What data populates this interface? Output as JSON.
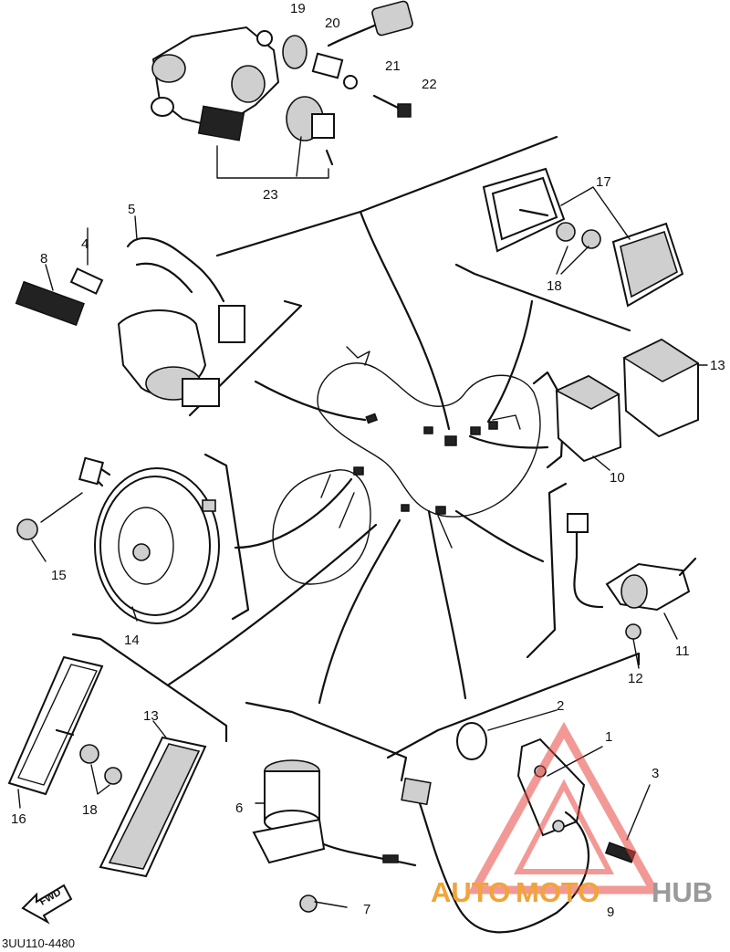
{
  "diagram": {
    "code": "3UU110-4480",
    "fwd_label": "FWD",
    "callouts": {
      "n1": "1",
      "n2": "2",
      "n3": "3",
      "n4": "4",
      "n5": "5",
      "n6": "6",
      "n7": "7",
      "n8": "8",
      "n9": "9",
      "n10": "10",
      "n11": "11",
      "n12": "12",
      "n13": "13",
      "n14": "14",
      "n15": "15",
      "n16": "16",
      "n17": "17",
      "n18a": "18",
      "n18b": "18",
      "n19": "19",
      "n20": "20",
      "n21": "21",
      "n22": "22",
      "n23": "23",
      "n13b": "13"
    }
  },
  "watermark": {
    "part1": "AUTO",
    "part2": "MOTO",
    "part3": "HUB",
    "color_primary": "#f2a33a",
    "color_secondary": "#d9d9d9",
    "color_triangle": "#e8463f"
  }
}
